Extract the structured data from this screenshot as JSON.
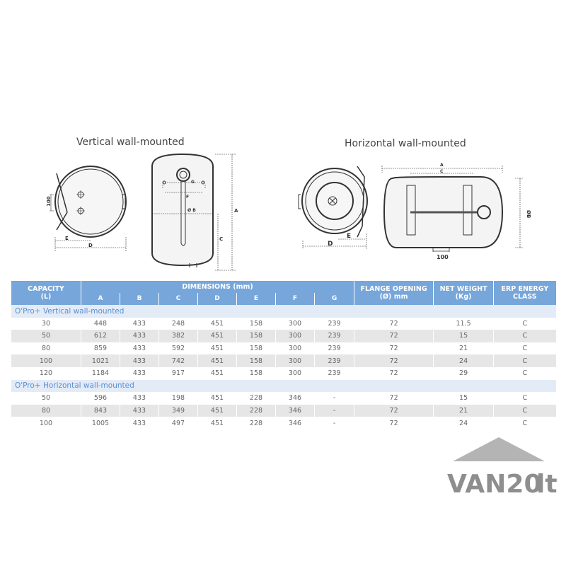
{
  "titles": {
    "vertical": "Vertical wall-mounted",
    "horizontal": "Horizontal wall-mounted"
  },
  "drawing_labels": {
    "d100": "100",
    "E": "E",
    "D": "D",
    "A": "A",
    "B": "Ø B",
    "C": "C",
    "F": "F",
    "G": "G",
    "hA": "A",
    "hC": "C",
    "hB": "ØB",
    "hE": "E",
    "hD": "D",
    "h100": "100"
  },
  "table": {
    "headers": {
      "capacity": "CAPACITY",
      "capacity_unit": "(L)",
      "dimensions": "DIMENSIONS (mm)",
      "flange": "FLANGE OPENING",
      "flange_unit": "(Ø) mm",
      "weight": "NET WEIGHT",
      "weight_unit": "(Kg)",
      "erp": "ERP ENERGY",
      "erp2": "CLASS",
      "cols": [
        "A",
        "B",
        "C",
        "D",
        "E",
        "F",
        "G"
      ]
    },
    "groups": [
      {
        "name": "O'Pro+ Vertical wall-mounted",
        "rows": [
          [
            "30",
            "448",
            "433",
            "248",
            "451",
            "158",
            "300",
            "239",
            "72",
            "11.5",
            "C"
          ],
          [
            "50",
            "612",
            "433",
            "382",
            "451",
            "158",
            "300",
            "239",
            "72",
            "15",
            "C"
          ],
          [
            "80",
            "859",
            "433",
            "592",
            "451",
            "158",
            "300",
            "239",
            "72",
            "21",
            "C"
          ],
          [
            "100",
            "1021",
            "433",
            "742",
            "451",
            "158",
            "300",
            "239",
            "72",
            "24",
            "C"
          ],
          [
            "120",
            "1184",
            "433",
            "917",
            "451",
            "158",
            "300",
            "239",
            "72",
            "29",
            "C"
          ]
        ]
      },
      {
        "name": "O'Pro+ Horizontal wall-mounted",
        "rows": [
          [
            "50",
            "596",
            "433",
            "198",
            "451",
            "228",
            "346",
            "-",
            "72",
            "15",
            "C"
          ],
          [
            "80",
            "843",
            "433",
            "349",
            "451",
            "228",
            "346",
            "-",
            "72",
            "21",
            "C"
          ],
          [
            "100",
            "1005",
            "433",
            "497",
            "451",
            "228",
            "346",
            "-",
            "72",
            "24",
            "C"
          ]
        ]
      }
    ]
  },
  "watermark": "VAN20.lt"
}
